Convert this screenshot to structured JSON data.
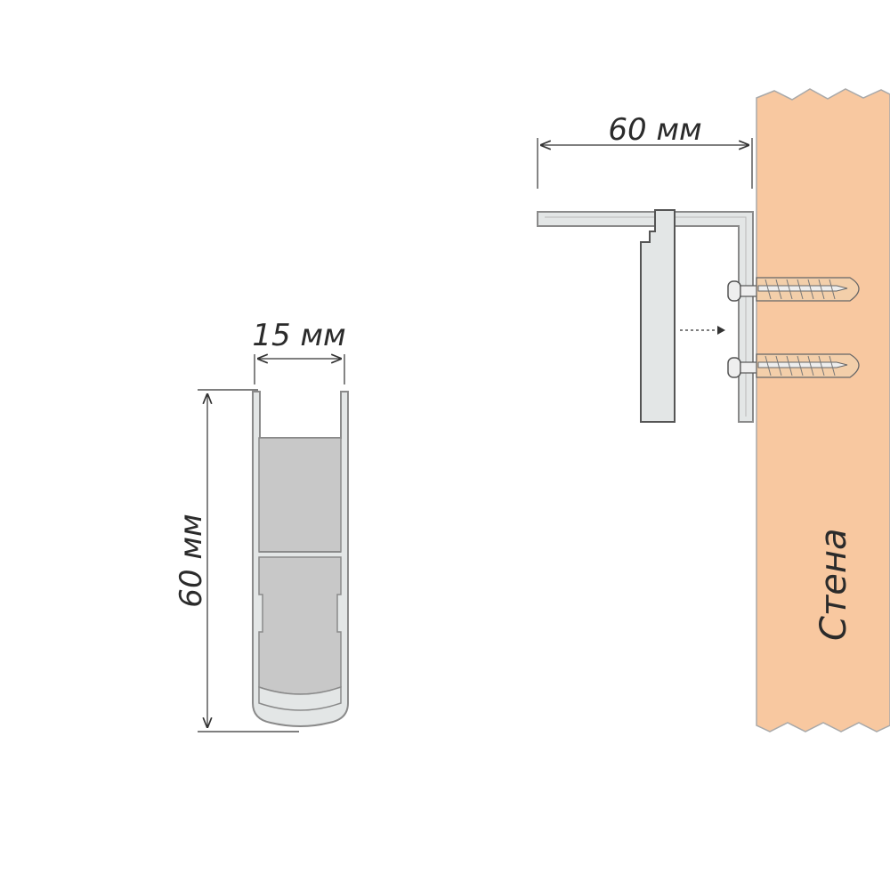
{
  "labels": {
    "width_top": "60 мм",
    "width_profile": "15 мм",
    "height_profile": "60 мм",
    "wall": "Стена"
  },
  "colors": {
    "wall_fill": "#f8c8a0",
    "wall_stroke": "#a9a9a9",
    "profile_outline": "#8a8a8a",
    "profile_fill_light": "#e3e6e6",
    "profile_fill_dark": "#c8c8c8",
    "dimension_line": "#333333",
    "screw_fill": "#eeeeee",
    "dowel_fill": "#f3cfaa"
  }
}
